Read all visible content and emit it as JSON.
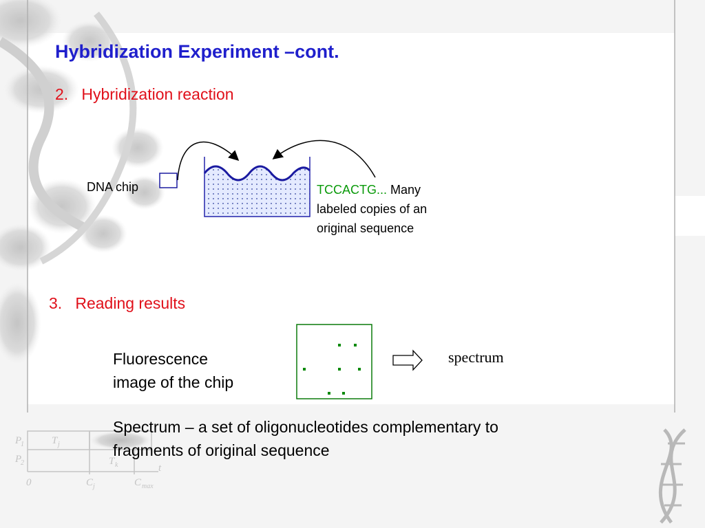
{
  "slide": {
    "title": "Hybridization Experiment –cont.",
    "step2": {
      "number": "2.",
      "label": "Hybridization reaction"
    },
    "dna_chip_label": "DNA chip",
    "sequence": "TCCACTG...",
    "sequence_desc_line1": "Many",
    "sequence_desc_line2": "labeled copies of an",
    "sequence_desc_line3": "original sequence",
    "step3": {
      "number": "3.",
      "label": "Reading results"
    },
    "fluorescence_line1": "Fluorescence",
    "fluorescence_line2": "image of the chip",
    "spectrum_label": "spectrum",
    "definition_line1": "Spectrum – a set of oligonucleotides  complementary to",
    "definition_line2": "fragments of original sequence"
  },
  "background_chart": {
    "row_labels": [
      "P",
      "P"
    ],
    "row_subs": [
      "1",
      "2"
    ],
    "cell_labels": [
      "T",
      "T"
    ],
    "cell_subs": [
      "j",
      "k"
    ],
    "axis_labels": [
      "0",
      "C",
      "C",
      "t"
    ],
    "axis_subs": [
      "",
      "j",
      "max",
      ""
    ]
  },
  "colors": {
    "title": "#1f1fcc",
    "heading": "#e0101a",
    "sequence": "#0a9a0a",
    "container_border": "#2222aa",
    "water_fill": "#dfe6ff",
    "dots": "#0a8a0a"
  }
}
